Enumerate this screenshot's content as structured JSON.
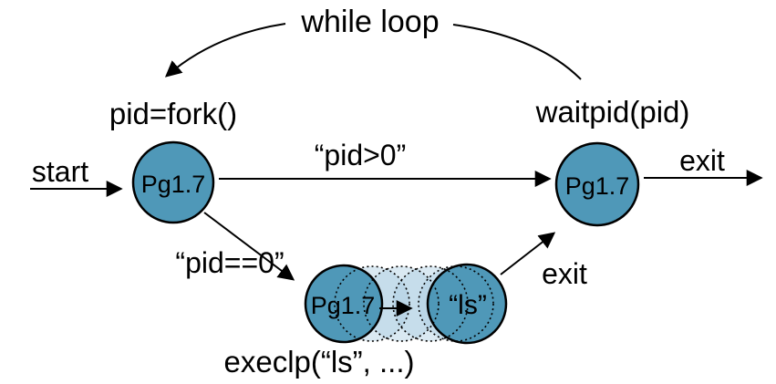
{
  "diagram": {
    "background": "#ffffff",
    "colors": {
      "node_fill": "#4f98b8",
      "ghost_fill": "#aecfe3",
      "line": "#000000",
      "text": "#000000"
    },
    "loop_label": "while loop",
    "nodes": {
      "parent_start": {
        "label": "Pg1.7",
        "caption": "pid=fork()"
      },
      "parent_wait": {
        "label": "Pg1.7",
        "caption": "waitpid(pid)"
      },
      "child": {
        "label": "Pg1.7",
        "caption": "execlp(“ls”, ...)"
      },
      "child_exec": {
        "label": "“ls”"
      }
    },
    "edges": {
      "start": "start",
      "pid_positive": "“pid>0”",
      "pid_zero": "“pid==0”",
      "exit_parent": "exit",
      "exit_child": "exit"
    }
  }
}
